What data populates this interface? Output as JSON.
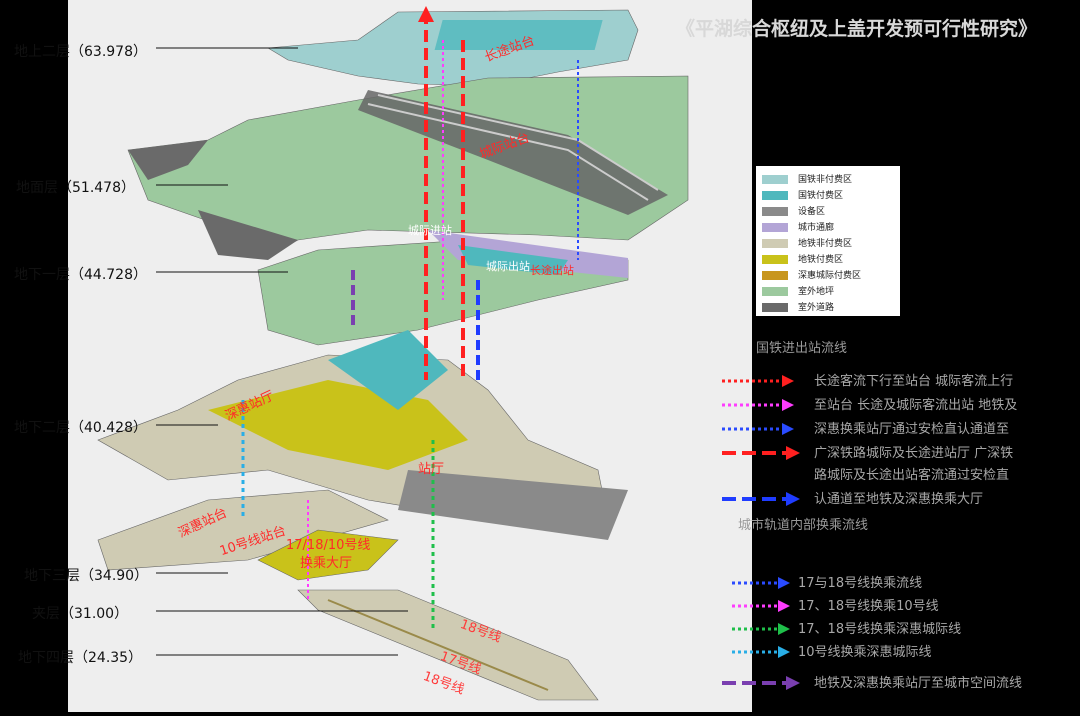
{
  "title": "《平湖综合枢纽及上盖开发预可行性研究》",
  "levels": [
    {
      "name": "地上二层",
      "elev": "（63.978）"
    },
    {
      "name": "地面层",
      "elev": "（51.478）"
    },
    {
      "name": "地下一层",
      "elev": "（44.728）"
    },
    {
      "name": "地下二层",
      "elev": "（40.428）"
    },
    {
      "name": "地下三层",
      "elev": "（34.90）"
    },
    {
      "name": "夹层",
      "elev": "（31.00）"
    },
    {
      "name": "地下四层",
      "elev": "（24.35）"
    }
  ],
  "legend": [
    {
      "label": "国铁非付费区",
      "color": "#9ecfcf"
    },
    {
      "label": "国铁付费区",
      "color": "#4fb8bd"
    },
    {
      "label": "设备区",
      "color": "#8a8a8a"
    },
    {
      "label": "城市通廊",
      "color": "#b3a5d6"
    },
    {
      "label": "地铁非付费区",
      "color": "#cfcbb3"
    },
    {
      "label": "地铁付费区",
      "color": "#c9c21a"
    },
    {
      "label": "深惠城际付费区",
      "color": "#c8961e"
    },
    {
      "label": "室外地坪",
      "color": "#9cc99e"
    },
    {
      "label": "室外道路",
      "color": "#6a6a6a"
    }
  ],
  "sections": {
    "guotie": "国铁进出站流线",
    "metro": "城市轨道内部换乘流线"
  },
  "flows_guotie": [
    {
      "text": "长途客流下行至站台 城际客流上行",
      "color": "#ff2020",
      "style": "dotted"
    },
    {
      "text": "至站台 长途及城际客流出站 地铁及",
      "color": "#ff3cff",
      "style": "dotted"
    },
    {
      "text": "深惠换乘站厅通过安检直认通道至",
      "color": "#2a4bff",
      "style": "dotted"
    },
    {
      "text": "广深铁路城际及长途进站厅 广深铁",
      "color": "#ff2020",
      "style": "dashed"
    },
    {
      "text": "路城际及长途出站客流通过安检直",
      "color": "",
      "style": "none"
    },
    {
      "text": "认通道至地铁及深惠换乘大厅",
      "color": "#1f3cff",
      "style": "dashed"
    }
  ],
  "flows_metro": [
    {
      "text": "17与18号线换乘流线",
      "color": "#2a4bff",
      "style": "dotted"
    },
    {
      "text": "17、18号线换乘10号线",
      "color": "#ff3cff",
      "style": "dotted"
    },
    {
      "text": "17、18号线换乘深惠城际线",
      "color": "#1fbf4a",
      "style": "dotted"
    },
    {
      "text": "10号线换乘深惠城际线",
      "color": "#29aee6",
      "style": "dotted"
    }
  ],
  "flow_city": {
    "text": "地铁及深惠换乘站厅至城市空间流线",
    "color": "#7a3fb0",
    "style": "dashed"
  },
  "diagram_labels": {
    "changtu": "长途站台",
    "chengji_zhantai": "城际站台",
    "chengji_jinzhan": "城际进站",
    "chengji_chuzhan": "城际出站",
    "changtu_chu": "长途出站",
    "shenhui_zhanting": "深惠站厅",
    "zhanting": "站厅",
    "shenhui_zhantai": "深惠站台",
    "line10": "10号线站台",
    "line1718": "17/18/10号线",
    "huancheng": "换乘大厅",
    "l18a": "18号线",
    "l17": "17号线",
    "l18b": "18号线"
  }
}
